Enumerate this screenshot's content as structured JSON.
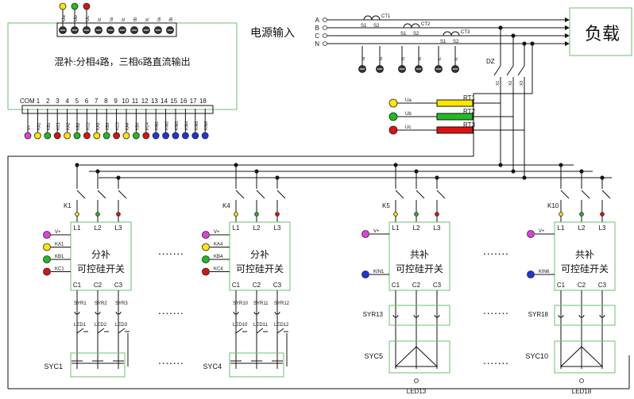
{
  "controller": {
    "title": "混补:分相4路，三相6路直流输出",
    "com_label": "COM",
    "channels": [
      "1",
      "2",
      "3",
      "4",
      "5",
      "6",
      "7",
      "8",
      "9",
      "10",
      "11",
      "12",
      "13",
      "14",
      "15",
      "16",
      "17",
      "18"
    ],
    "top_labels": [
      "Ua",
      "Ub",
      "Uc",
      "Ic",
      "Ia",
      "Ic",
      "Ib",
      "Ic",
      "Ia",
      "Ib"
    ],
    "top_colors": [
      "#ffe600",
      "#22bb22",
      "#dd1111"
    ],
    "bottom_labels": [
      "V+",
      "KA1",
      "KB1",
      "KC1",
      "KA2",
      "KB2",
      "KC2",
      "KA3",
      "KB3",
      "KC3",
      "KA4",
      "KB4",
      "KC4",
      "KIN1",
      "KIN2",
      "KIN3",
      "KIN4",
      "KIN5",
      "KIN6"
    ],
    "bottom_colors": [
      "#e040e0",
      "#ffe600",
      "#22bb22",
      "#dd1111",
      "#ffe600",
      "#22bb22",
      "#dd1111",
      "#ffe600",
      "#22bb22",
      "#dd1111",
      "#ffe600",
      "#22bb22",
      "#dd1111",
      "#2233dd",
      "#2233dd",
      "#2233dd",
      "#2233dd",
      "#2233dd",
      "#2233dd"
    ]
  },
  "power": {
    "label": "电源输入",
    "phases": [
      "A",
      "B",
      "C",
      "N"
    ],
    "ct": [
      {
        "name": "CT1",
        "s1": "S1",
        "s2": "S2"
      },
      {
        "name": "CT2",
        "s1": "S1",
        "s2": "S2"
      },
      {
        "name": "CT3",
        "s1": "S1",
        "s2": "S2"
      }
    ],
    "ct_terminals": [
      "Ia",
      "Ia",
      "Ib",
      "Ib",
      "Ic",
      "Ic"
    ],
    "load": "负载",
    "breaker": "DZ",
    "breaker_terms": [
      "X1",
      "X2",
      "X3"
    ]
  },
  "fuses": [
    {
      "input": "Ua",
      "name": "RT1",
      "color": "#ffe600"
    },
    {
      "input": "Ub",
      "name": "RT2",
      "color": "#22bb22"
    },
    {
      "input": "Uc",
      "name": "RT3",
      "color": "#dd1111"
    }
  ],
  "modules": [
    {
      "breaker": "K1",
      "title": "分补",
      "subtitle": "可控硅开关",
      "signals": [
        {
          "label": "V+",
          "color": "#e040e0"
        },
        {
          "label": "KA1",
          "color": "#ffe600"
        },
        {
          "label": "KB1",
          "color": "#22bb22"
        },
        {
          "label": "KC1",
          "color": "#dd1111"
        }
      ],
      "syr": [
        "SYR1",
        "SYR2",
        "SYR3"
      ],
      "led": [
        "LED1",
        "LED2",
        "LED3"
      ],
      "syc": "SYC1",
      "type": "split"
    },
    {
      "breaker": "K4",
      "title": "分补",
      "subtitle": "可控硅开关",
      "signals": [
        {
          "label": "V+",
          "color": "#e040e0"
        },
        {
          "label": "KA4",
          "color": "#ffe600"
        },
        {
          "label": "KB4",
          "color": "#22bb22"
        },
        {
          "label": "KC4",
          "color": "#dd1111"
        }
      ],
      "syr": [
        "SYR10",
        "SYR11",
        "SYR12"
      ],
      "led": [
        "LED10",
        "LED11",
        "LED12"
      ],
      "syc": "SYC4",
      "type": "split"
    },
    {
      "breaker": "K5",
      "title": "共补",
      "subtitle": "可控硅开关",
      "signals": [
        {
          "label": "V+",
          "color": "#e040e0"
        },
        {
          "label": "KIN1",
          "color": "#2233dd"
        }
      ],
      "syr": [
        "SYR13"
      ],
      "led": [
        "LED13"
      ],
      "syc": "SYC5",
      "type": "common"
    },
    {
      "breaker": "K10",
      "title": "共补",
      "subtitle": "可控硅开关",
      "signals": [
        {
          "label": "V+",
          "color": "#e040e0"
        },
        {
          "label": "KIN6",
          "color": "#2233dd"
        }
      ],
      "syr": [
        "SYR18"
      ],
      "led": [
        "LED18"
      ],
      "syc": "SYC10",
      "type": "common"
    }
  ],
  "module_terms": {
    "inputs": [
      "L1",
      "L2",
      "L3"
    ],
    "outputs": [
      "C1",
      "C2",
      "C3"
    ]
  },
  "ellipsis": "·······"
}
